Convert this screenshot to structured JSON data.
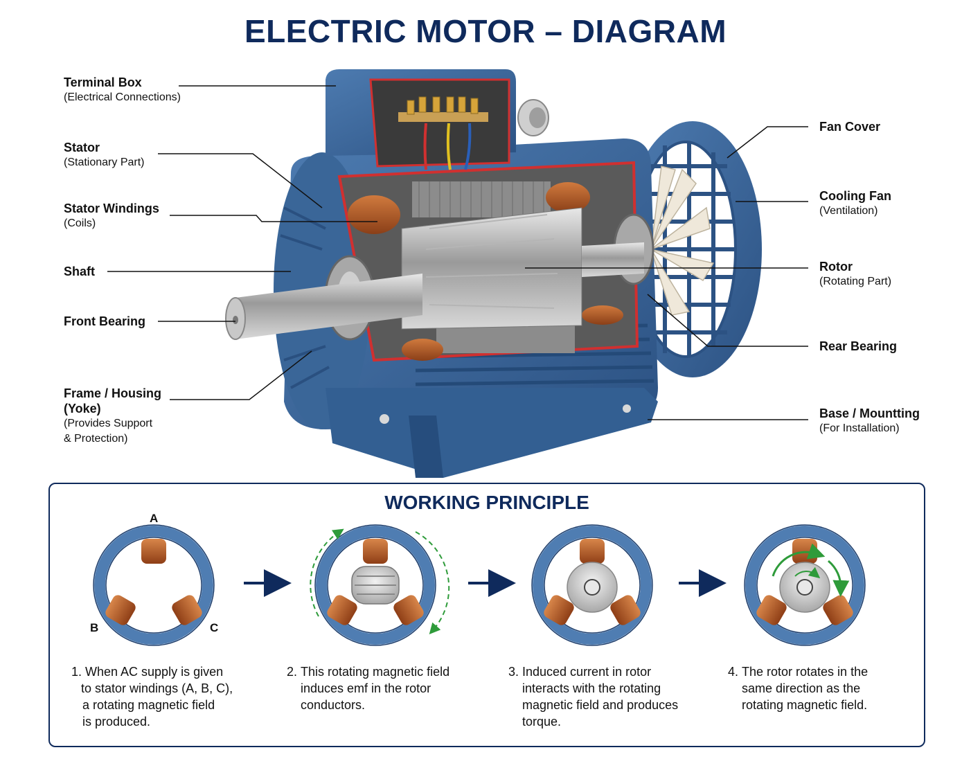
{
  "title": "ELECTRIC MOTOR – DIAGRAM",
  "colors": {
    "navy": "#0f2a5c",
    "housing": "#3f6a9c",
    "copper": "#b0582a",
    "red_cut": "#d03030",
    "green_arrow": "#2e9b3a"
  },
  "labels_left": [
    {
      "name": "Terminal Box",
      "sub": "(Electrical Connections)"
    },
    {
      "name": "Stator",
      "sub": "(Stationary Part)"
    },
    {
      "name": "Stator Windings",
      "sub": "(Coils)"
    },
    {
      "name": "Shaft",
      "sub": ""
    },
    {
      "name": "Front Bearing",
      "sub": ""
    },
    {
      "name": "Frame / Housing",
      "name2": "(Yoke)",
      "sub": "(Provides Support",
      "sub2": "& Protection)"
    }
  ],
  "labels_right": [
    {
      "name": "Fan Cover",
      "sub": ""
    },
    {
      "name": "Cooling Fan",
      "sub": "(Ventilation)"
    },
    {
      "name": "Rotor",
      "sub": "(Rotating Part)"
    },
    {
      "name": "Rear Bearing",
      "sub": ""
    },
    {
      "name": "Base / Mountting",
      "sub": "(For Installation)"
    }
  ],
  "working": {
    "title": "WORKING PRINCIPLE",
    "phases": {
      "a": "A",
      "b": "B",
      "c": "C"
    },
    "steps": [
      {
        "num": "1.",
        "lines": [
          "When AC supply is given",
          "to stator windings (A, B, C),",
          "a rotating magnetic field",
          "is produced."
        ]
      },
      {
        "num": "2.",
        "lines": [
          "This rotating magnetic field",
          "induces emf in the rotor",
          "conductors."
        ]
      },
      {
        "num": "3.",
        "lines": [
          "Induced current in rotor",
          "interacts with the rotating",
          "magnetic field and produces",
          "torque."
        ]
      },
      {
        "num": "4.",
        "lines": [
          "The rotor rotates in the",
          "same direction as the",
          "rotating magnetic field."
        ]
      }
    ]
  }
}
